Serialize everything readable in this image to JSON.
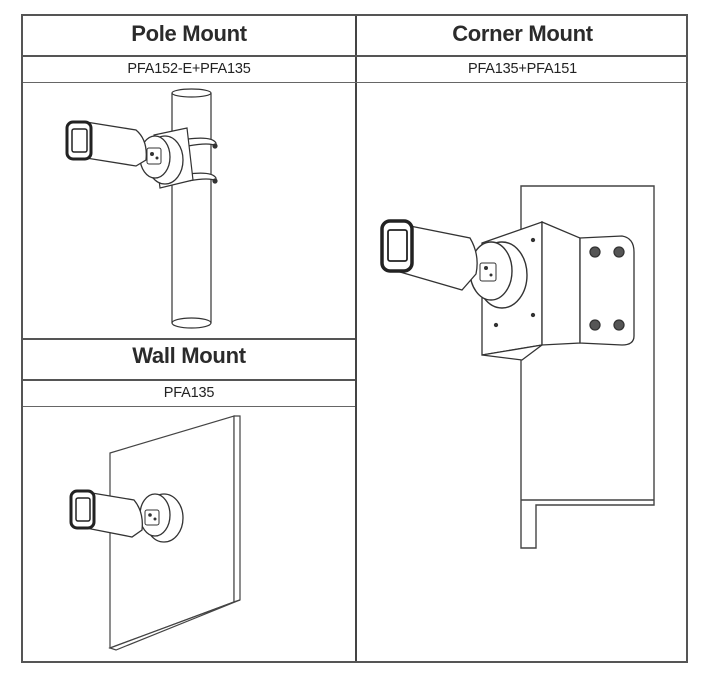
{
  "table": {
    "cells": [
      {
        "id": "pole",
        "title": "Pole Mount",
        "model": "PFA152-E+PFA135",
        "illustration": "bullet-camera-on-pole"
      },
      {
        "id": "corner",
        "title": "Corner Mount",
        "model": "PFA135+PFA151",
        "illustration": "bullet-camera-on-corner"
      },
      {
        "id": "wall",
        "title": "Wall Mount",
        "model": "PFA135",
        "illustration": "bullet-camera-on-wall"
      }
    ]
  },
  "colors": {
    "line": "#333333",
    "border": "#555555",
    "text": "#2b2b2b",
    "background": "#ffffff"
  }
}
